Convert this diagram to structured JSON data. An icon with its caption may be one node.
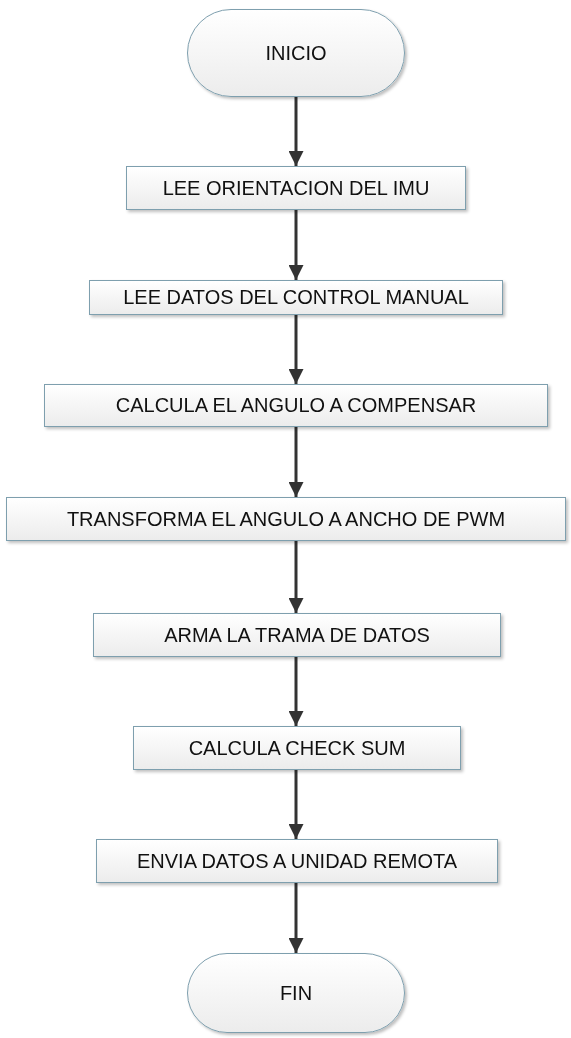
{
  "diagram": {
    "nodes": [
      {
        "text": [
          "INICIO"
        ]
      },
      {
        "text": [
          "LEE ORIENTACION DEL IMU"
        ]
      },
      {
        "text": [
          "LEE DATOS DEL CONTROL MANUAL"
        ]
      },
      {
        "text": [
          "CALCULA EL ANGULO A COMPENSAR"
        ]
      },
      {
        "text": [
          "TRANSFORMA EL ANGULO A ANCHO DE PWM"
        ]
      },
      {
        "text": [
          "ARMA LA TRAMA DE DATOS"
        ]
      },
      {
        "text": [
          "CALCULA CHECK SUM"
        ]
      },
      {
        "text": [
          "ENVIA DATOS A UNIDAD REMOTA"
        ]
      },
      {
        "text": [
          "FIN"
        ]
      }
    ],
    "edges": [
      {
        "from": 0,
        "to": 1,
        "arrow": "to"
      },
      {
        "from": 1,
        "to": 2,
        "arrow": "to"
      },
      {
        "from": 2,
        "to": 3,
        "arrow": "to"
      },
      {
        "from": 3,
        "to": 4,
        "arrow": "to"
      },
      {
        "from": 4,
        "to": 5,
        "arrow": "to"
      },
      {
        "from": 5,
        "to": 6,
        "arrow": "to"
      },
      {
        "from": 6,
        "to": 7,
        "arrow": "to"
      },
      {
        "from": 7,
        "to": 8,
        "arrow": "to"
      }
    ]
  }
}
